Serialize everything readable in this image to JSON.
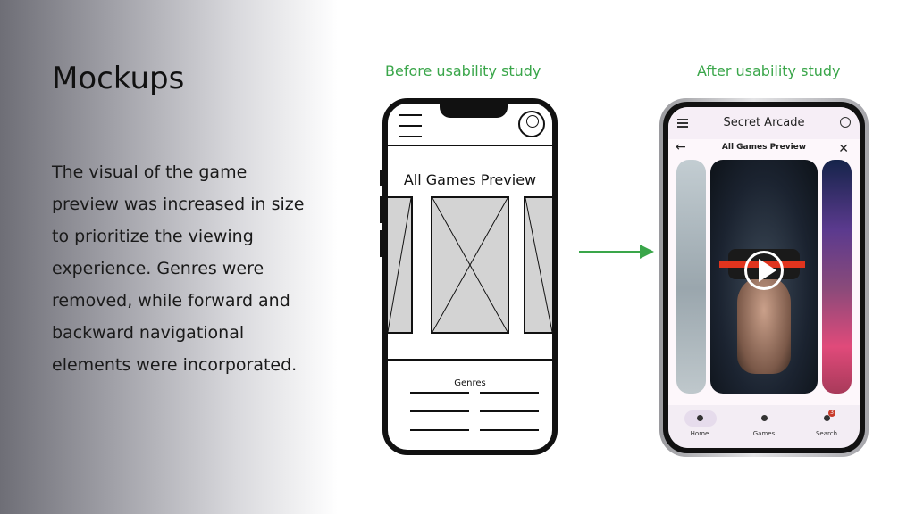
{
  "slide": {
    "title": "Mockups",
    "body": "The visual of the game preview was increased in size to prioritize the viewing experience. Genres were removed, while forward and backward navigational elements were incorporated.",
    "caption_before": "Before usability study",
    "caption_after": "After usability study"
  },
  "wireframe": {
    "heading": "All Games Preview",
    "genres_label": "Genres"
  },
  "app": {
    "title": "Secret Arcade",
    "subtitle": "All Games Preview",
    "nav": [
      {
        "label": "Home",
        "icon": "home-icon"
      },
      {
        "label": "Games",
        "icon": "games-icon"
      },
      {
        "label": "Search",
        "icon": "search-icon",
        "badge": "3"
      }
    ]
  },
  "colors": {
    "accent_green": "#3aa64a",
    "play_overlay": "#ffffff"
  }
}
